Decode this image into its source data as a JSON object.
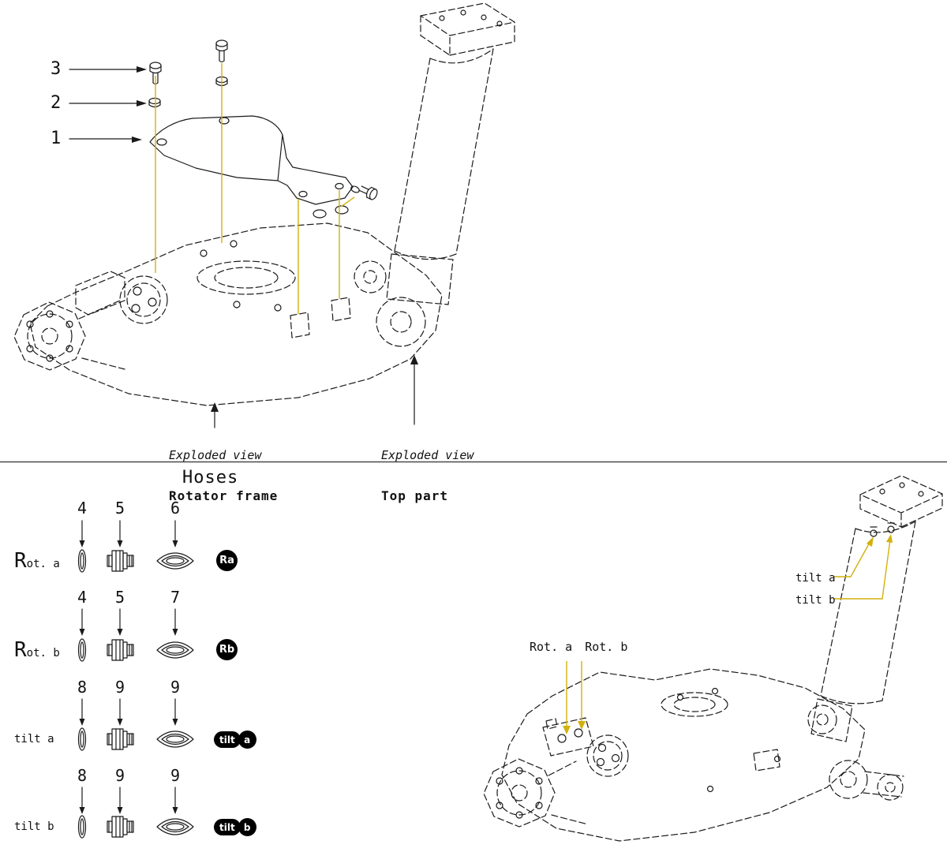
{
  "colors": {
    "line": "#1a1a1a",
    "leader_yellow": "#d2b10c",
    "badge_background": "#000000",
    "badge_text": "#ffffff"
  },
  "exploded": {
    "callouts": [
      {
        "num": "3"
      },
      {
        "num": "2"
      },
      {
        "num": "1"
      }
    ],
    "captions": [
      {
        "sub": "Exploded view",
        "title": "Rotator frame"
      },
      {
        "sub": "Exploded view",
        "title": "Top part"
      }
    ]
  },
  "hoses": {
    "title": "Hoses",
    "rows": [
      {
        "label_big": "R",
        "label_small": "ot. a",
        "nums": [
          "4",
          "5",
          "6"
        ],
        "badge": "Ra"
      },
      {
        "label_big": "R",
        "label_small": "ot. b",
        "nums": [
          "4",
          "5",
          "7"
        ],
        "badge": "Rb"
      },
      {
        "label_big": "",
        "label_small": "tilt a",
        "nums": [
          "8",
          "9",
          "9"
        ],
        "badge_pill": "tilt",
        "badge_letter": "a"
      },
      {
        "label_big": "",
        "label_small": "tilt b",
        "nums": [
          "8",
          "9",
          "9"
        ],
        "badge_pill": "tilt",
        "badge_letter": "b"
      }
    ]
  },
  "assembled": {
    "tilt_a": "tilt a",
    "tilt_b": "tilt b",
    "rot_a": "Rot. a",
    "rot_b": "Rot. b"
  }
}
